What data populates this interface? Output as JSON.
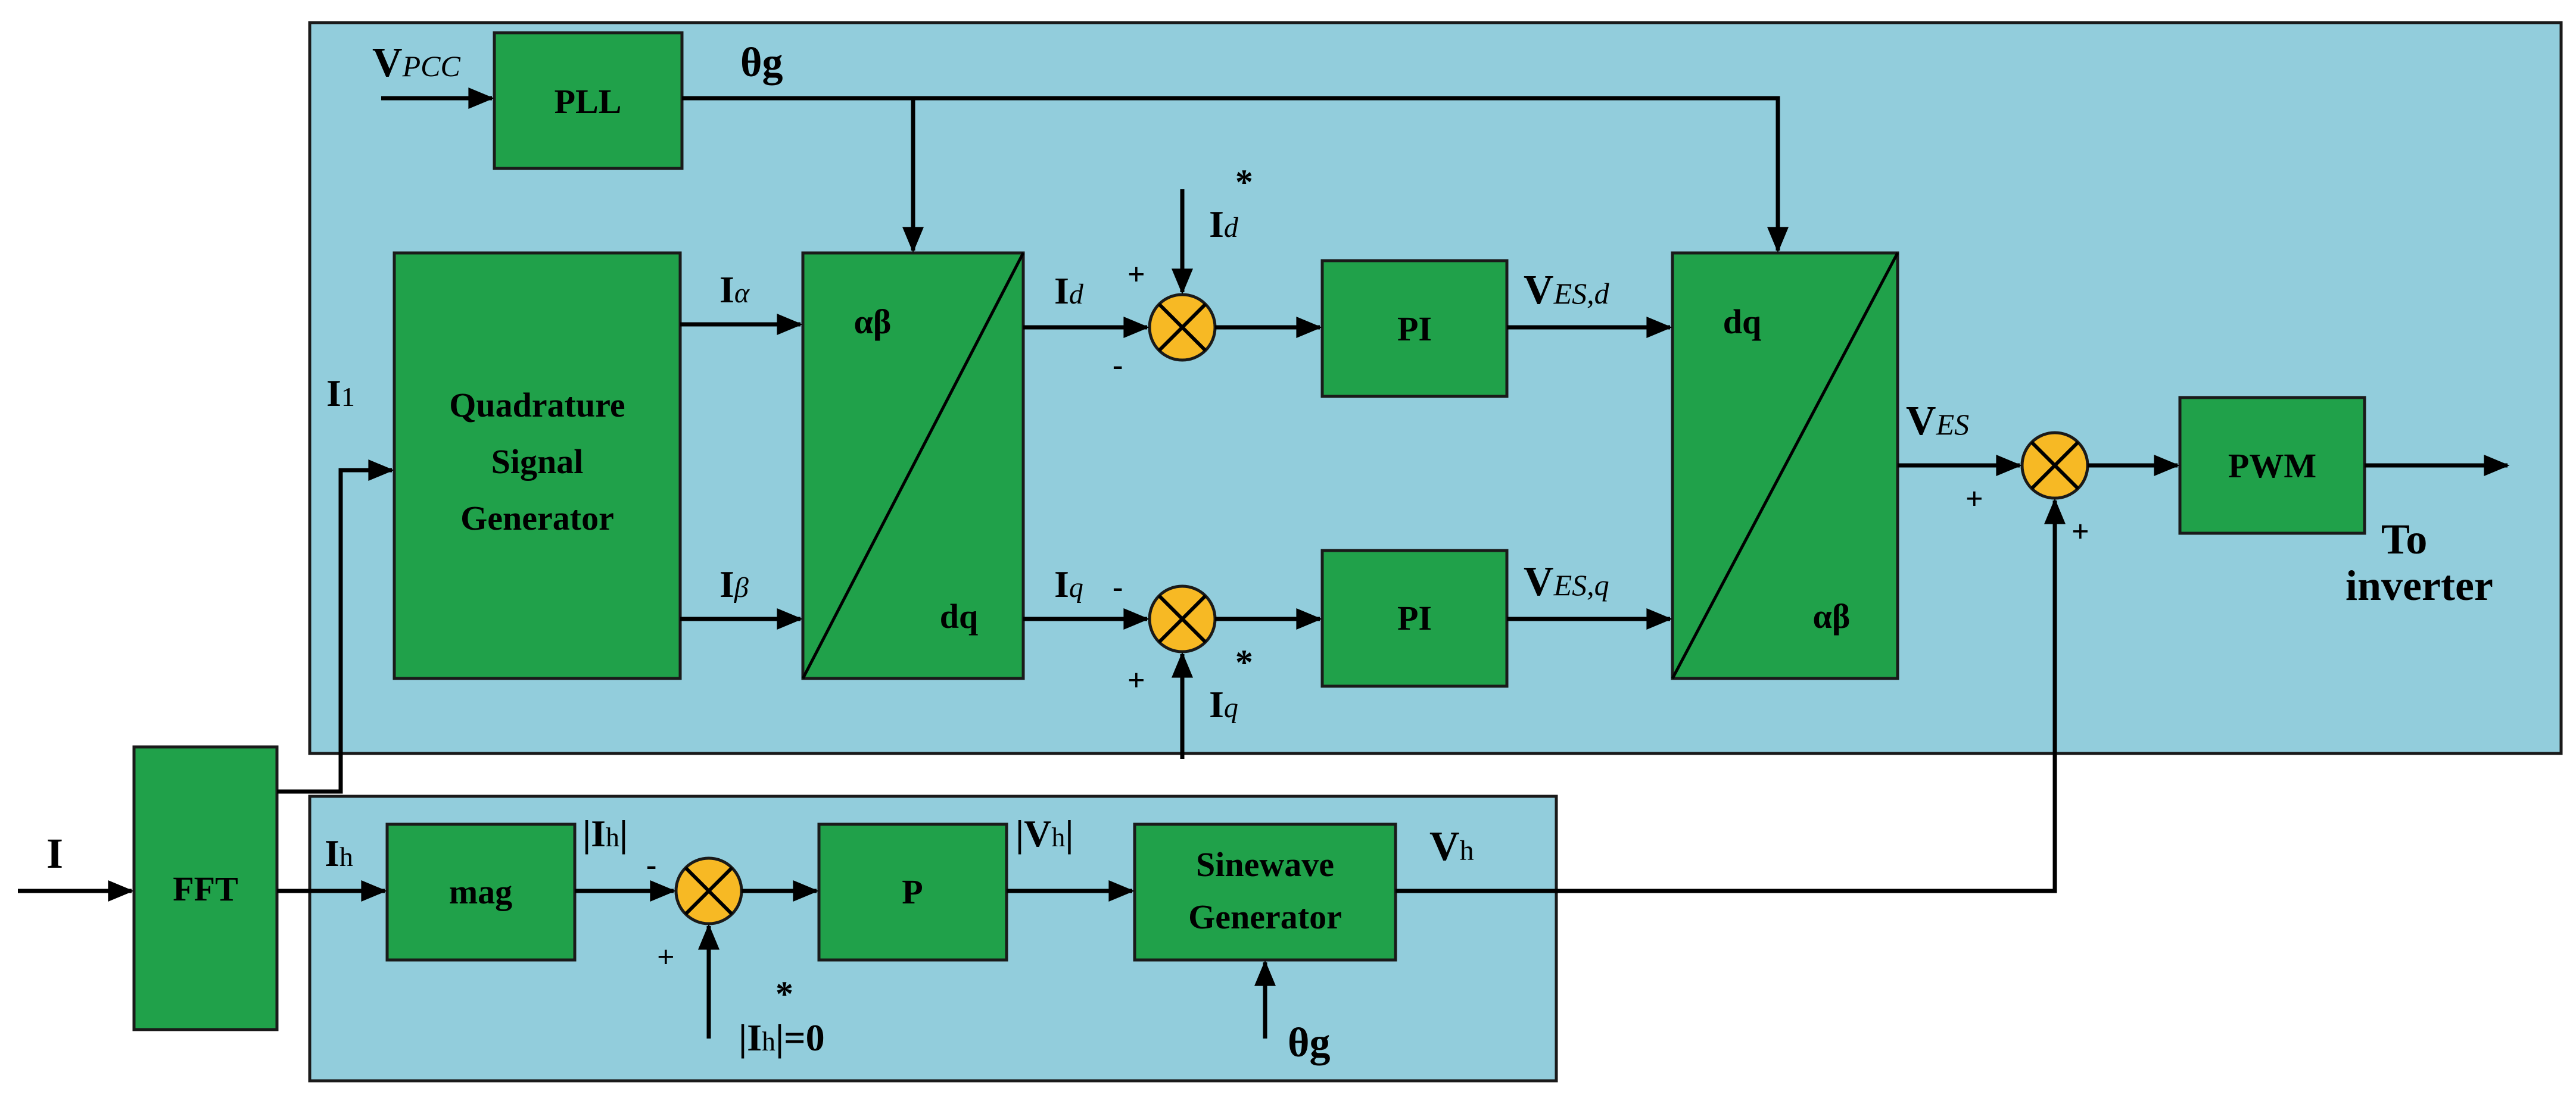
{
  "colors": {
    "panel_fill": "#92cddc",
    "block_fill": "#20a14a",
    "summer_fill": "#f7b924",
    "line": "#000000"
  },
  "blocks": {
    "pll": "PLL",
    "qsg": [
      "Quadrature",
      "Signal",
      "Generator"
    ],
    "abdq_top": "αβ",
    "abdq_bottom": "dq",
    "pi_d": "PI",
    "pi_q": "PI",
    "dqab_top": "dq",
    "dqab_bottom": "αβ",
    "pwm": "PWM",
    "fft": "FFT",
    "mag": "mag",
    "p": "P",
    "sinegen": [
      "Sinewave",
      "Generator"
    ]
  },
  "signals": {
    "vpcc": {
      "main": "V",
      "sub": "PCC"
    },
    "theta_top": "θg",
    "i1": {
      "main": "I",
      "sub": "1"
    },
    "ialpha": {
      "main": "I",
      "sub": "α"
    },
    "ibeta": {
      "main": "I",
      "sub": "β"
    },
    "id": {
      "main": "I",
      "sub": "d"
    },
    "iq": {
      "main": "I",
      "sub": "q"
    },
    "id_ref": {
      "main": "I",
      "sub": "d",
      "sup": "*"
    },
    "iq_ref": {
      "main": "I",
      "sub": "q",
      "sup": "*"
    },
    "ves_d": {
      "main": "V",
      "sub": "ES,d"
    },
    "ves_q": {
      "main": "V",
      "sub": "ES,q"
    },
    "ves": {
      "main": "V",
      "sub": "ES"
    },
    "to_inverter": [
      "To",
      "inverter"
    ],
    "i_in": "I",
    "ih": {
      "main": "I",
      "sub": "h"
    },
    "ih_mag": {
      "main": "I",
      "sub": "h"
    },
    "vh_mag": {
      "main": "V",
      "sub": "h"
    },
    "vh": {
      "main": "V",
      "sub": "h"
    },
    "ih_ref": {
      "main": "I",
      "sub": "h",
      "sup": "*",
      "tail": "=0"
    },
    "theta_bottom": "θg"
  },
  "signs": {
    "plus": "+",
    "minus": "-"
  }
}
